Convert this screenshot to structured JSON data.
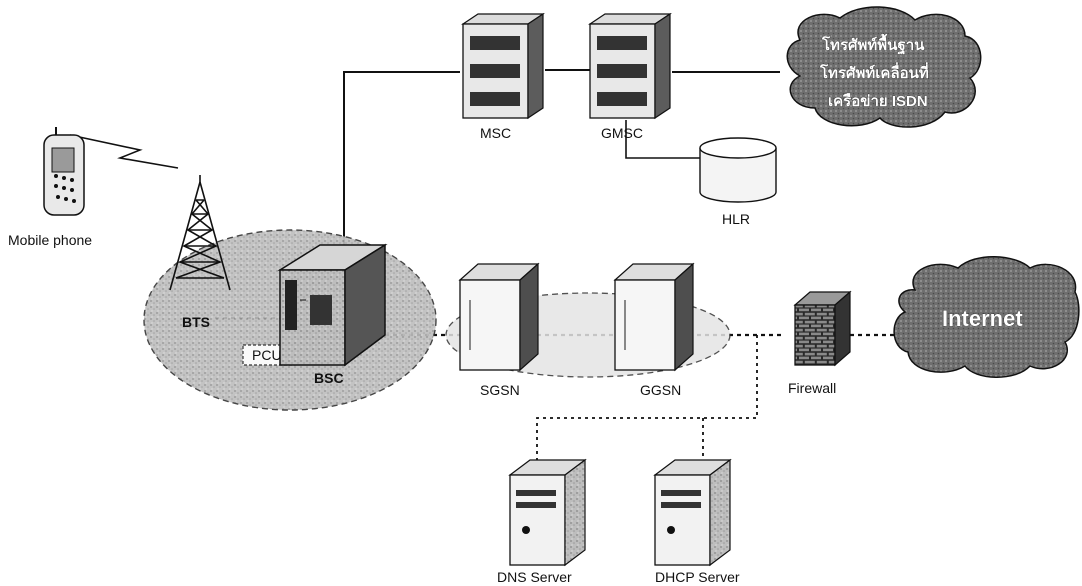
{
  "labels": {
    "mobile_phone": "Mobile phone",
    "bts": "BTS",
    "pcu": "PCU",
    "bsc": "BSC",
    "msc": "MSC",
    "gmsc": "GMSC",
    "hlr": "HLR",
    "sgsn": "SGSN",
    "ggsn": "GGSN",
    "firewall": "Firewall",
    "internet": "Internet",
    "dns_server": "DNS Server",
    "dhcp_server": "DHCP  Server"
  },
  "pstn_cloud": {
    "line1": "โทรศัพท์พื้นฐาน",
    "line2": "โทรศัพท์เคลื่อนที่",
    "line3": "เครือข่าย ISDN"
  },
  "colors": {
    "line": "#111111",
    "cloud_fill": "#7a7a7a",
    "device_face": "#f2f2f2",
    "device_side": "#6a6a6a"
  },
  "icons": [
    "mobile-phone-icon",
    "antenna-tower-icon",
    "server-rack-icon",
    "database-cylinder-icon",
    "firewall-brick-icon",
    "cloud-icon"
  ]
}
